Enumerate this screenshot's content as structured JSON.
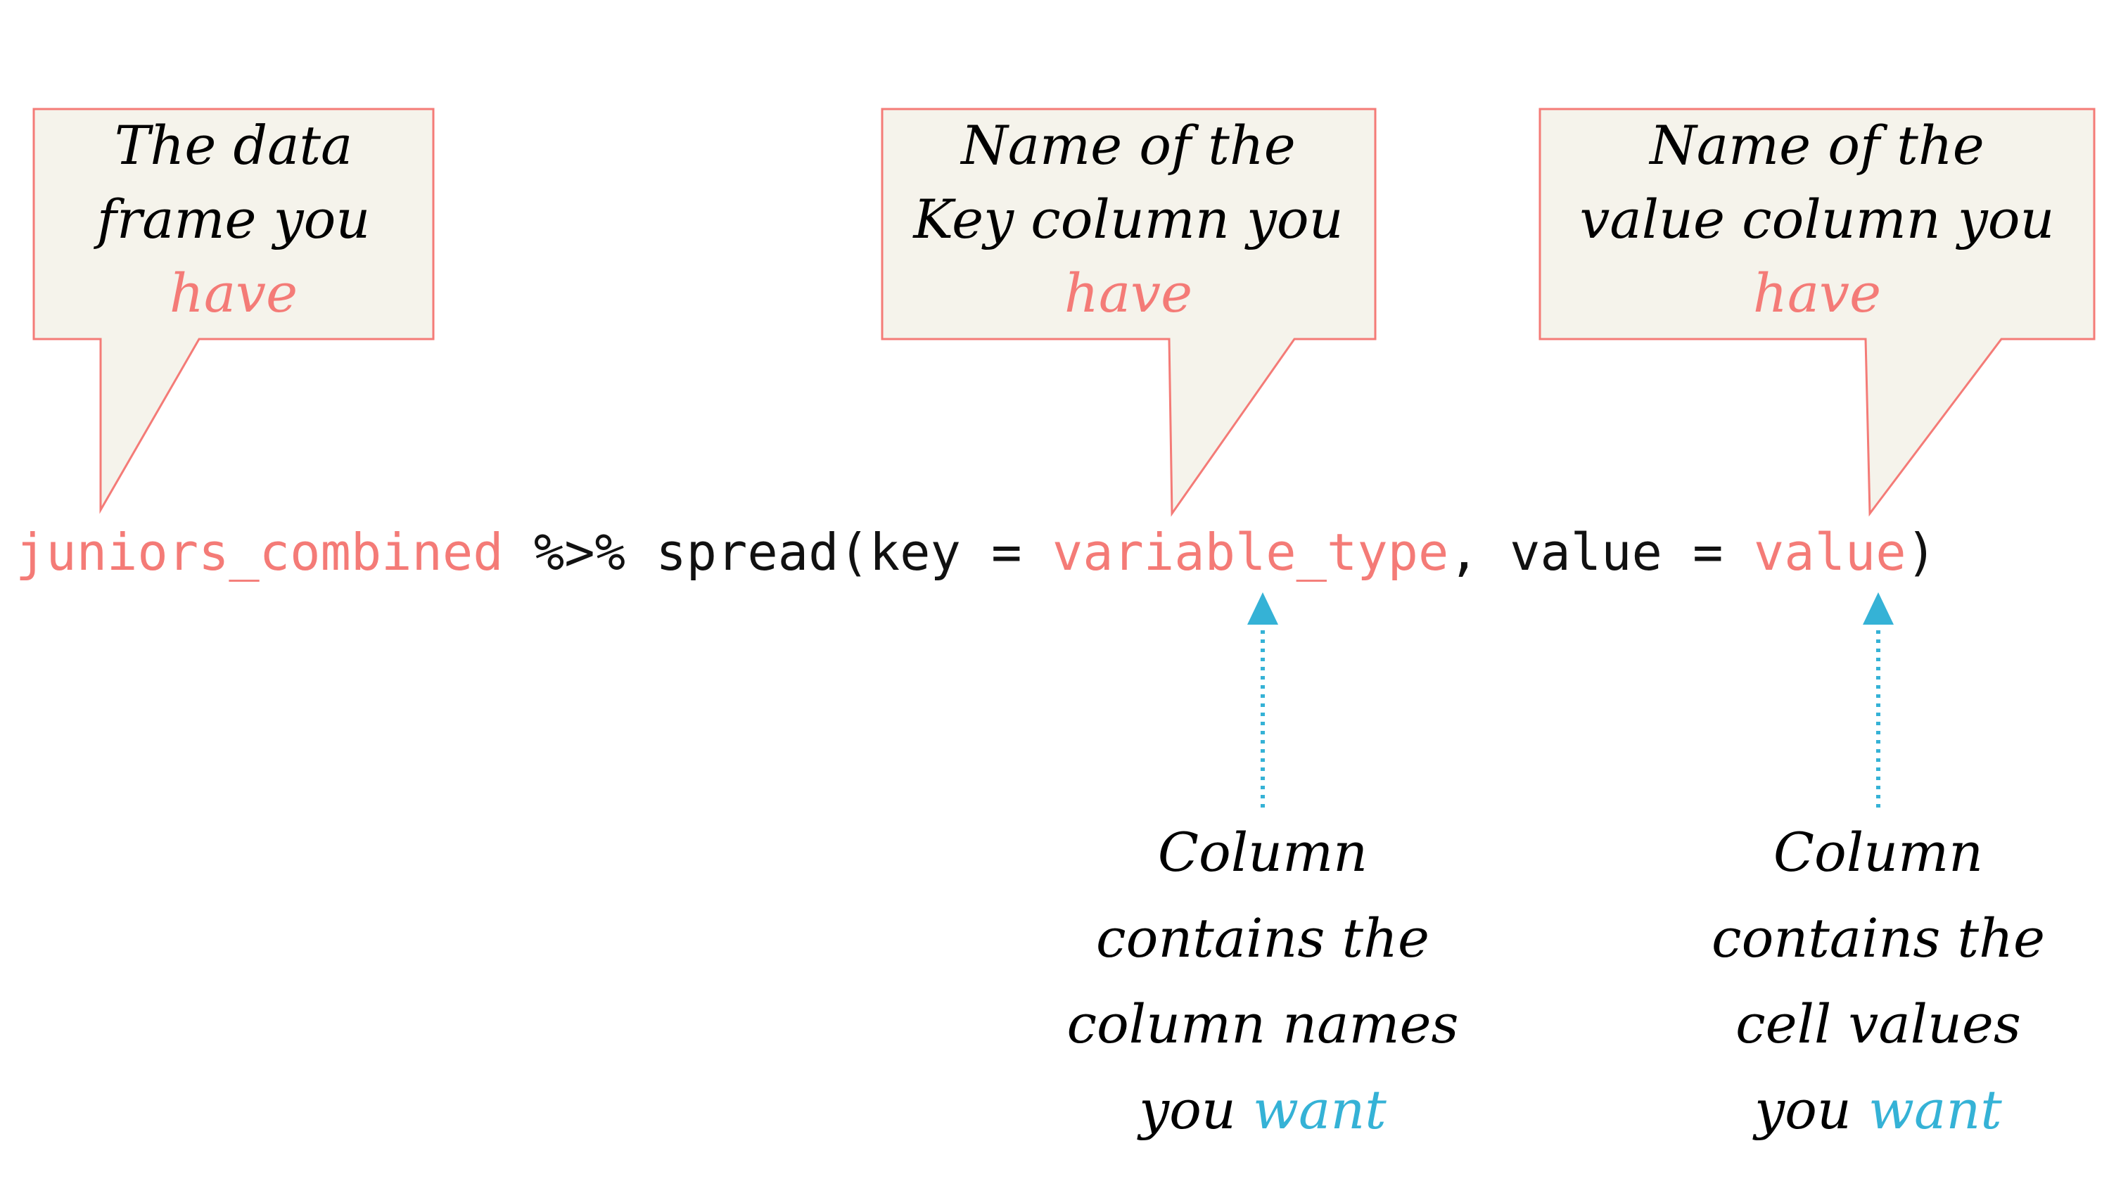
{
  "colors": {
    "accent_red": "#f47b77",
    "accent_blue": "#35b2d6",
    "bubble_fill": "#f5f3eb",
    "text": "#111111"
  },
  "callouts": {
    "data_frame": {
      "line1": "The data",
      "line2": "frame you",
      "line3": "have"
    },
    "key_column": {
      "line1": "Name of the",
      "line2": "Key column you",
      "line3": "have"
    },
    "value_column": {
      "line1": "Name of the",
      "line2": "value column you",
      "line3": "have"
    }
  },
  "code": {
    "df_name": "juniors_combined",
    "pipe": "%>%",
    "func_open": "spread(key =",
    "key_arg": "variable_type",
    "comma_value": ", value =",
    "value_arg": "value",
    "close_paren": ")"
  },
  "annotations": {
    "key": {
      "line1": "Column",
      "line2": "contains the",
      "line3": "column names",
      "line4_prefix": "you",
      "line4_accent": "want"
    },
    "value": {
      "line1": "Column",
      "line2": "contains the",
      "line3": "cell values",
      "line4_prefix": "you",
      "line4_accent": "want"
    }
  }
}
